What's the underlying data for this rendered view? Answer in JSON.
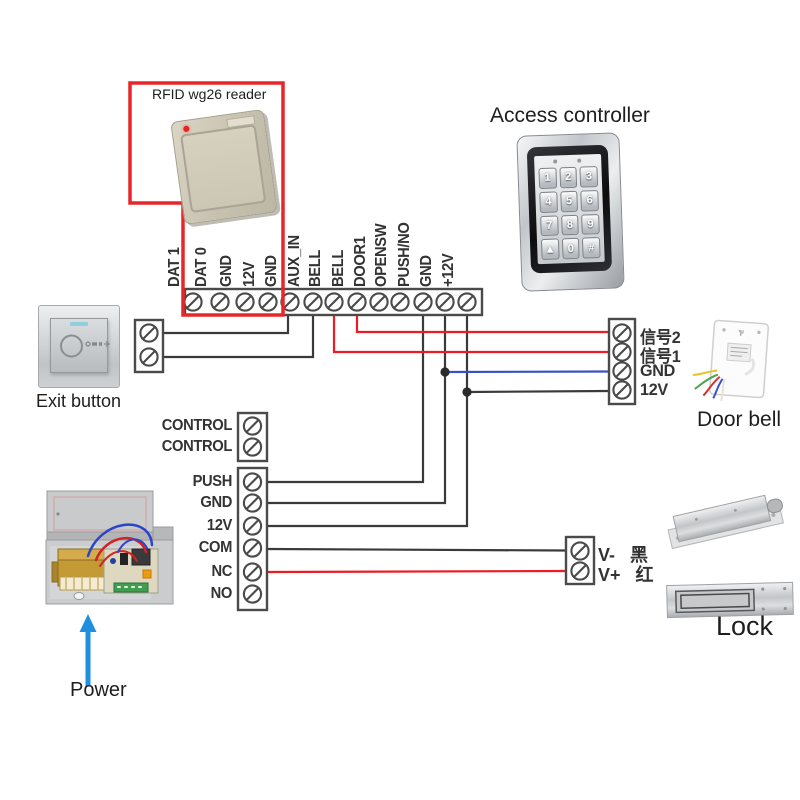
{
  "captions": {
    "rfid_reader": "RFID wg26 reader",
    "access_controller": "Access controller",
    "exit_button": "Exit button",
    "door_bell": "Door bell",
    "power": "Power",
    "lock": "Lock"
  },
  "main_strip": {
    "terminals": [
      "DAT 1",
      "DAT 0",
      "GND",
      "12V",
      "GND",
      "AUX_IN",
      "BELL",
      "BELL",
      "DOOR1",
      "OPENSW",
      "PUSH/NO",
      "GND",
      "+12V"
    ]
  },
  "control_block": {
    "terminals": [
      "CONTROL",
      "CONTROL"
    ]
  },
  "power_block": {
    "terminals": [
      "PUSH",
      "GND",
      "12V",
      "COM",
      "NC",
      "NO"
    ]
  },
  "doorbell_block": {
    "terminals": [
      "信号2",
      "信号1",
      "GND",
      "12V"
    ]
  },
  "lock_block": {
    "terminals": [
      "V-",
      "V+"
    ],
    "wire_color_labels": [
      "黑",
      "红"
    ]
  },
  "keypad": {
    "keys": [
      "1",
      "2",
      "3",
      "4",
      "5",
      "6",
      "7",
      "8",
      "9",
      "▲",
      "0",
      "#"
    ]
  },
  "colors": {
    "wire_black": "#3a3a3a",
    "wire_red": "#ec1c24",
    "wire_blue": "#3a50c8",
    "highlight_box_red": "#e8262a"
  }
}
